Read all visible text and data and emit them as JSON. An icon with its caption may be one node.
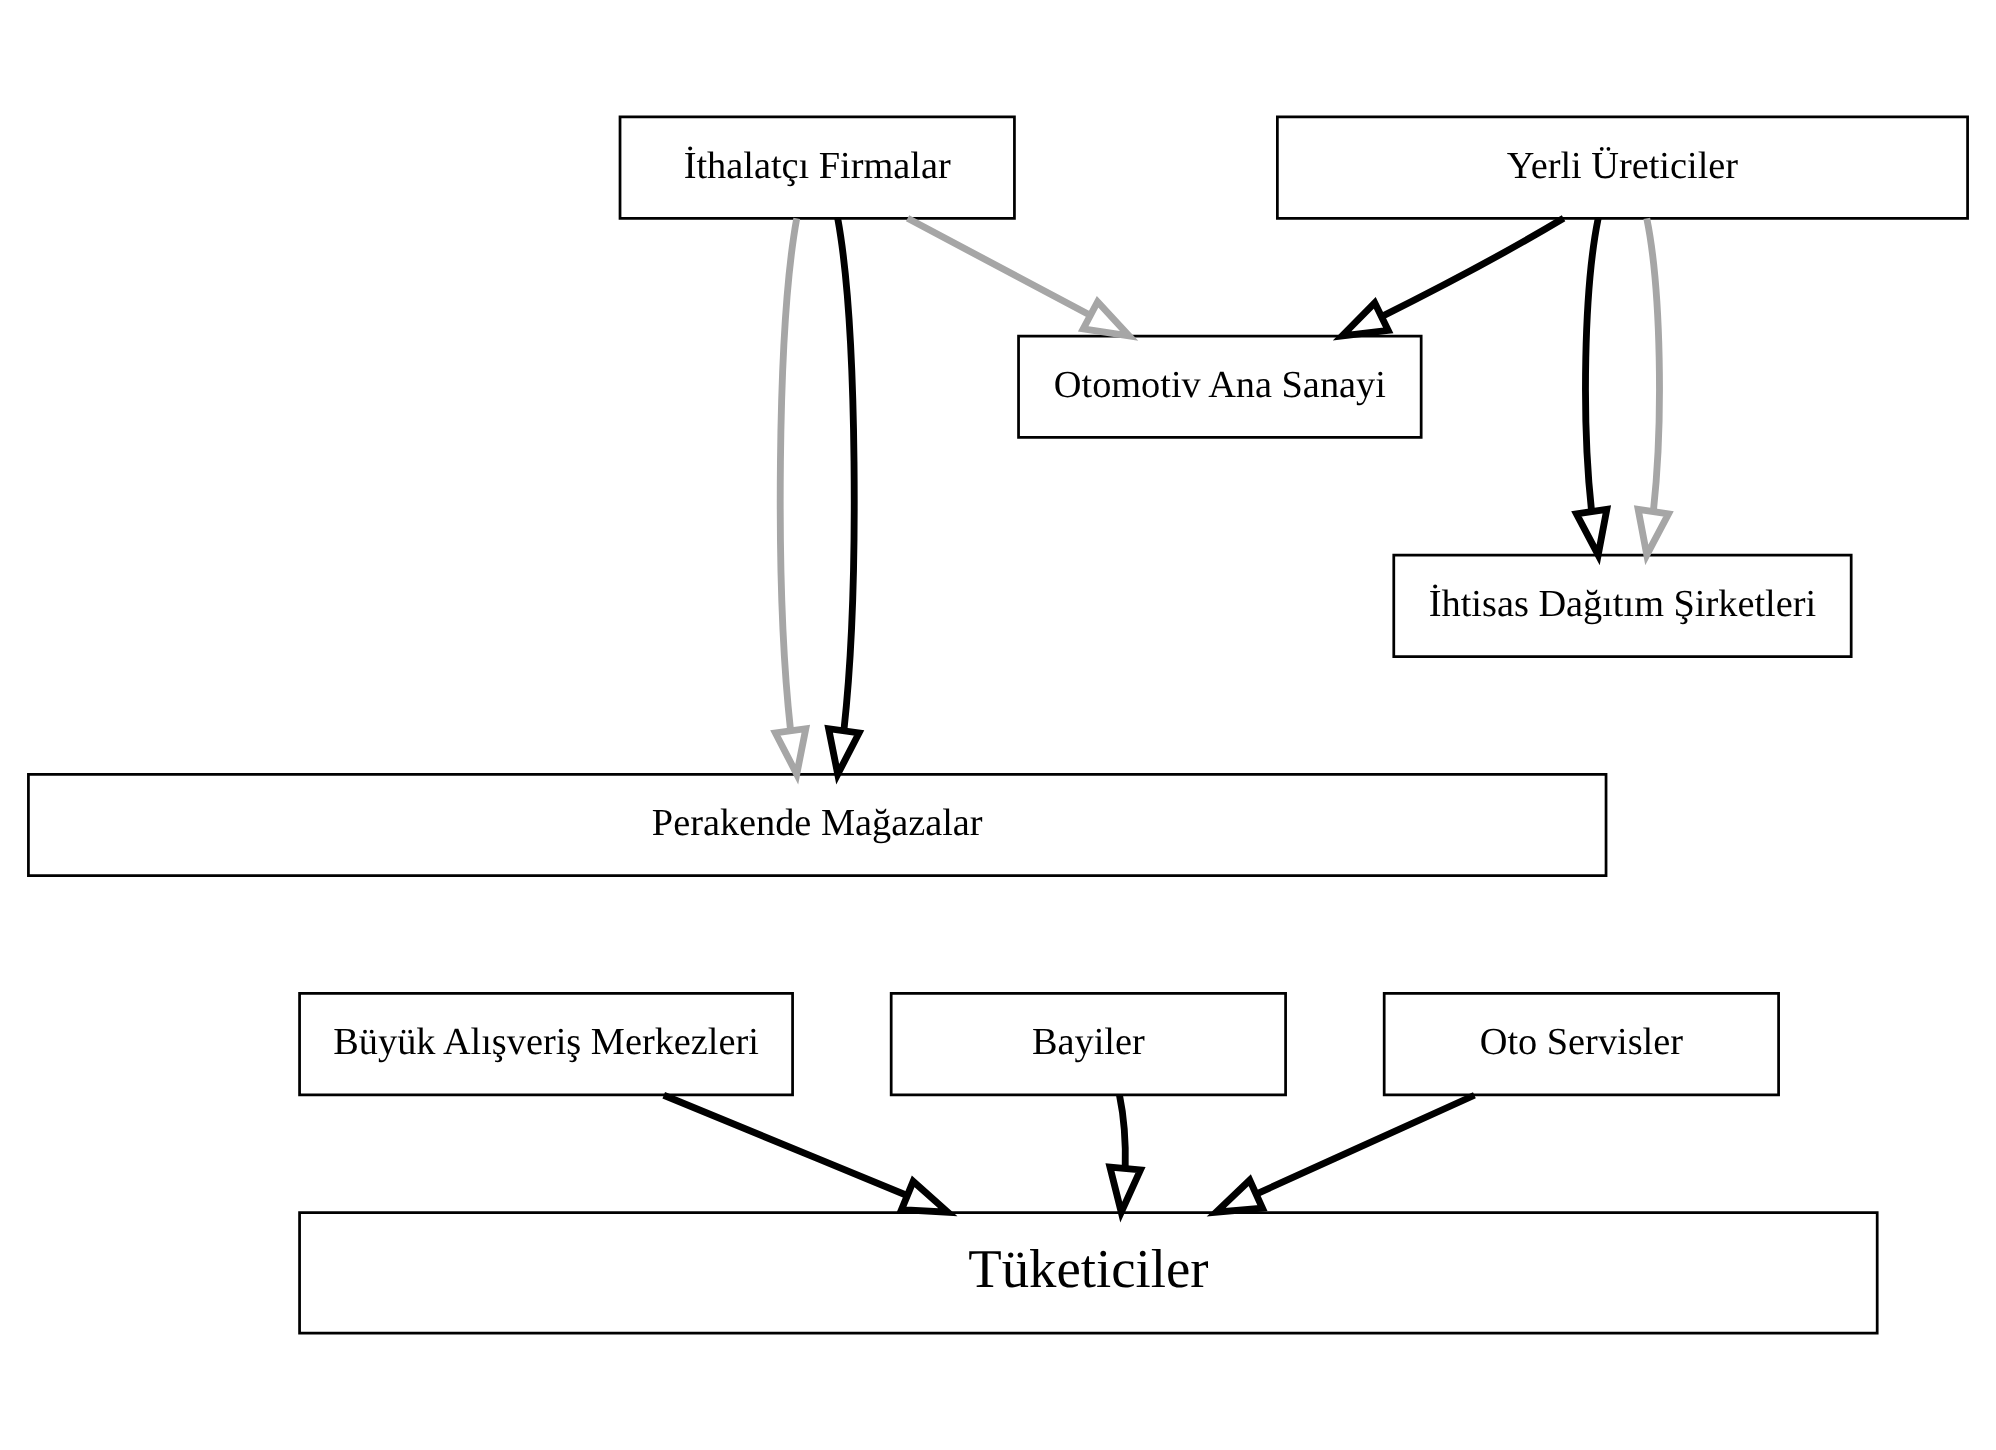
{
  "diagram": {
    "nodes": [
      {
        "text": [
          "İthalatçı Firmalar"
        ]
      },
      {
        "text": [
          "Yerli Üreticiler"
        ]
      },
      {
        "text": [
          "Otomotiv Ana Sanayi"
        ]
      },
      {
        "text": [
          "İhtisas Dağıtım Şirketleri"
        ]
      },
      {
        "text": [
          "Perakende Mağazalar"
        ]
      },
      {
        "text": [
          "Büyük Alışveriş Merkezleri"
        ]
      },
      {
        "text": [
          "Bayiler"
        ]
      },
      {
        "text": [
          "Oto Servisler"
        ]
      },
      {
        "text": [
          "Tüketiciler"
        ]
      }
    ],
    "edges": [
      {
        "from": 0,
        "to": 4,
        "arrow": "to",
        "color": "#a6a6a6"
      },
      {
        "from": 0,
        "to": 4,
        "arrow": "to"
      },
      {
        "from": 0,
        "to": 2,
        "arrow": "to",
        "color": "#a6a6a6"
      },
      {
        "from": 1,
        "to": 2,
        "arrow": "to"
      },
      {
        "from": 1,
        "to": 3,
        "arrow": "to"
      },
      {
        "from": 1,
        "to": 3,
        "arrow": "to",
        "color": "#a6a6a6"
      },
      {
        "from": 5,
        "to": 8,
        "arrow": "to"
      },
      {
        "from": 6,
        "to": 8,
        "arrow": "to"
      },
      {
        "from": 7,
        "to": 8,
        "arrow": "to"
      }
    ]
  }
}
